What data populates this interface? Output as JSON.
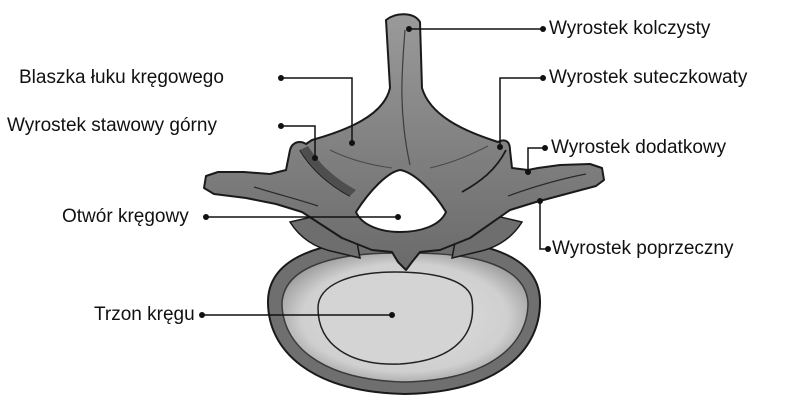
{
  "labels": {
    "spinous_process": "Wyrostek kolczysty",
    "lamina": "Blaszka łuku kręgowego",
    "mammillary_process": "Wyrostek suteczkowaty",
    "superior_articular_process": "Wyrostek stawowy górny",
    "accessory_process": "Wyrostek dodatkowy",
    "vertebral_foramen": "Otwór kręgowy",
    "transverse_process": "Wyrostek poprzeczny",
    "vertebral_body": "Trzon kręgu"
  },
  "colors": {
    "bone_dark": "#5c5c5c",
    "bone_mid": "#8f8f8f",
    "bone_light": "#c9c9c9",
    "body_fill": "#d9d9d9",
    "outline": "#1a1a1a",
    "leader": "#111111"
  }
}
